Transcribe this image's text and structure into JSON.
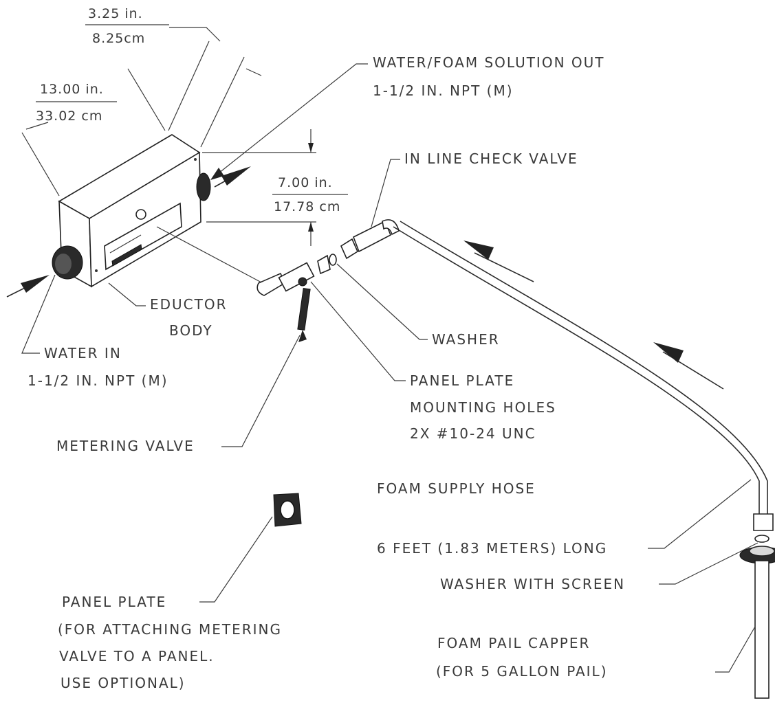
{
  "labels": {
    "dim_width_in": "3.25 in.",
    "dim_width_cm": "8.25cm",
    "dim_length_in": "13.00 in.",
    "dim_length_cm": "33.02 cm",
    "dim_height_in": "7.00 in.",
    "dim_height_cm": "17.78 cm",
    "water_foam_out_1": "WATER/FOAM SOLUTION OUT",
    "water_foam_out_2": "1-1/2 IN. NPT (M)",
    "check_valve": "IN LINE CHECK VALVE",
    "eductor_body_1": "EDUCTOR",
    "eductor_body_2": "BODY",
    "water_in_1": "WATER IN",
    "water_in_2": "1-1/2 IN. NPT (M)",
    "washer": "WASHER",
    "panel_plate_holes_1": "PANEL PLATE",
    "panel_plate_holes_2": "MOUNTING HOLES",
    "panel_plate_holes_3": "2X #10-24 UNC",
    "metering_valve": "METERING VALVE",
    "foam_hose_1": "FOAM SUPPLY HOSE",
    "foam_hose_2": "6 FEET (1.83 METERS) LONG",
    "washer_screen": "WASHER WITH SCREEN",
    "panel_plate_1": "PANEL PLATE",
    "panel_plate_2": "(FOR ATTACHING METERING",
    "panel_plate_3": "VALVE TO A PANEL.",
    "panel_plate_4": "USE OPTIONAL)",
    "pail_capper_1": "FOAM PAIL CAPPER",
    "pail_capper_2": "(FOR 5 GALLON PAIL)"
  }
}
